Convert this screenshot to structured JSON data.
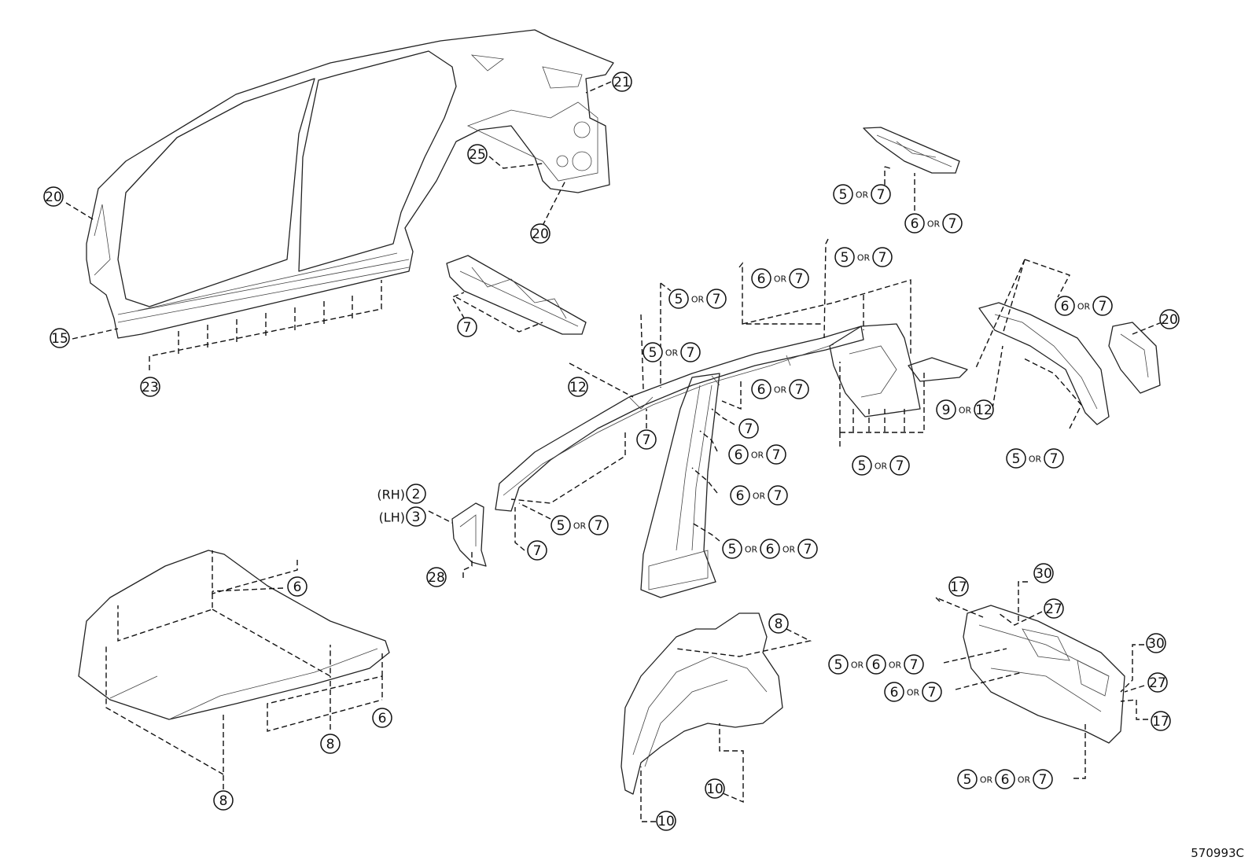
{
  "figure_code": "570993C",
  "labels": {
    "side_rh": "(RH)",
    "side_lh": "(LH)"
  },
  "callouts": {
    "c20a": [
      "20"
    ],
    "c21": [
      "21"
    ],
    "c25": [
      "25"
    ],
    "c20b": [
      "20"
    ],
    "c15": [
      "15"
    ],
    "c23": [
      "23"
    ],
    "c7a": [
      "7"
    ],
    "roof1": [
      "5",
      "OR",
      "7"
    ],
    "roof2": [
      "6",
      "OR",
      "7"
    ],
    "r57a": [
      "5",
      "OR",
      "7"
    ],
    "r67a": [
      "6",
      "OR",
      "7"
    ],
    "r57b": [
      "5",
      "OR",
      "7"
    ],
    "r57c": [
      "5",
      "OR",
      "7"
    ],
    "c12": [
      "12"
    ],
    "r67b": [
      "6",
      "OR",
      "7"
    ],
    "c7b": [
      "7"
    ],
    "c7c": [
      "7"
    ],
    "r67c": [
      "6",
      "OR",
      "7"
    ],
    "r67d": [
      "6",
      "OR",
      "7"
    ],
    "r567a": [
      "5",
      "OR",
      "6",
      "OR",
      "7"
    ],
    "r57d": [
      "5",
      "OR",
      "7"
    ],
    "c7d": [
      "7"
    ],
    "c28": [
      "28"
    ],
    "rh2": [
      "2"
    ],
    "lh3": [
      "3"
    ],
    "r57e": [
      "5",
      "OR",
      "7"
    ],
    "r67e": [
      "6",
      "OR",
      "7"
    ],
    "r912": [
      "9",
      "OR",
      "12"
    ],
    "r57f": [
      "5",
      "OR",
      "7"
    ],
    "c20c": [
      "20"
    ],
    "hood6a": [
      "6"
    ],
    "hood6b": [
      "6"
    ],
    "hood8a": [
      "8"
    ],
    "hood8b": [
      "8"
    ],
    "c8": [
      "8"
    ],
    "c10a": [
      "10"
    ],
    "c10b": [
      "10"
    ],
    "c17a": [
      "17"
    ],
    "c30a": [
      "30"
    ],
    "c27a": [
      "27"
    ],
    "r567b": [
      "5",
      "OR",
      "6",
      "OR",
      "7"
    ],
    "r67f": [
      "6",
      "OR",
      "7"
    ],
    "c30b": [
      "30"
    ],
    "c27b": [
      "27"
    ],
    "c17b": [
      "17"
    ],
    "r567c": [
      "5",
      "OR",
      "6",
      "OR",
      "7"
    ]
  }
}
